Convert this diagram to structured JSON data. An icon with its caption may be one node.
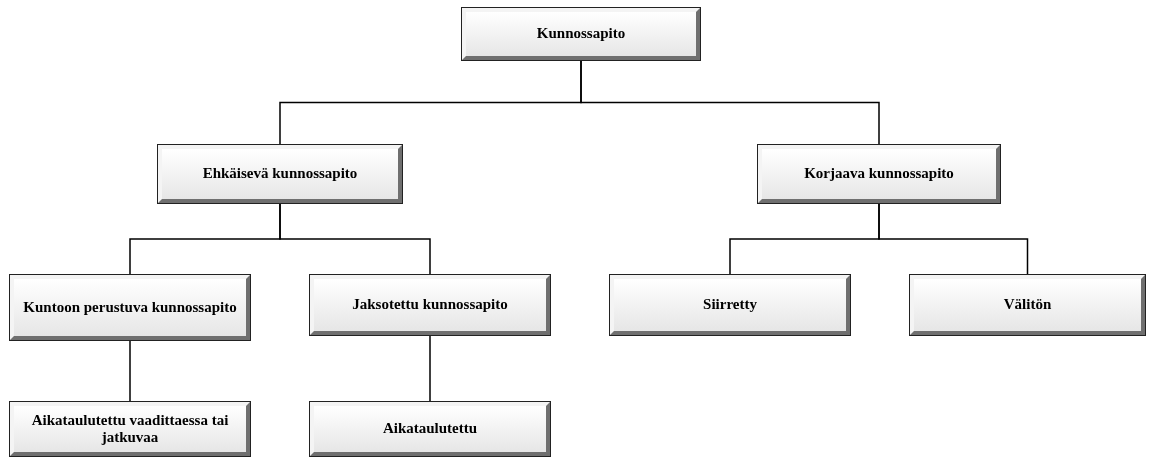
{
  "diagram": {
    "nodes": [
      {
        "text": [
          "Kunnossapito"
        ]
      },
      {
        "text": [
          "Ehkäisevä kunnossapito"
        ]
      },
      {
        "text": [
          "Korjaava kunnossapito"
        ]
      },
      {
        "text": [
          "Kuntoon perustuva kunnossapito"
        ]
      },
      {
        "text": [
          "Jaksotettu kunnossapito"
        ]
      },
      {
        "text": [
          "Siirretty"
        ]
      },
      {
        "text": [
          "Välitön"
        ]
      },
      {
        "text": [
          "Aikataulutettu vaadittaessa tai jatkuvaa"
        ]
      },
      {
        "text": [
          "Aikataulutettu"
        ]
      }
    ],
    "edges": [
      {
        "from": 0,
        "to": 1,
        "arrow": "none"
      },
      {
        "from": 0,
        "to": 2,
        "arrow": "none"
      },
      {
        "from": 1,
        "to": 3,
        "arrow": "none"
      },
      {
        "from": 1,
        "to": 4,
        "arrow": "none"
      },
      {
        "from": 2,
        "to": 5,
        "arrow": "none"
      },
      {
        "from": 2,
        "to": 6,
        "arrow": "none"
      },
      {
        "from": 3,
        "to": 7,
        "arrow": "none"
      },
      {
        "from": 4,
        "to": 8,
        "arrow": "none"
      }
    ]
  }
}
